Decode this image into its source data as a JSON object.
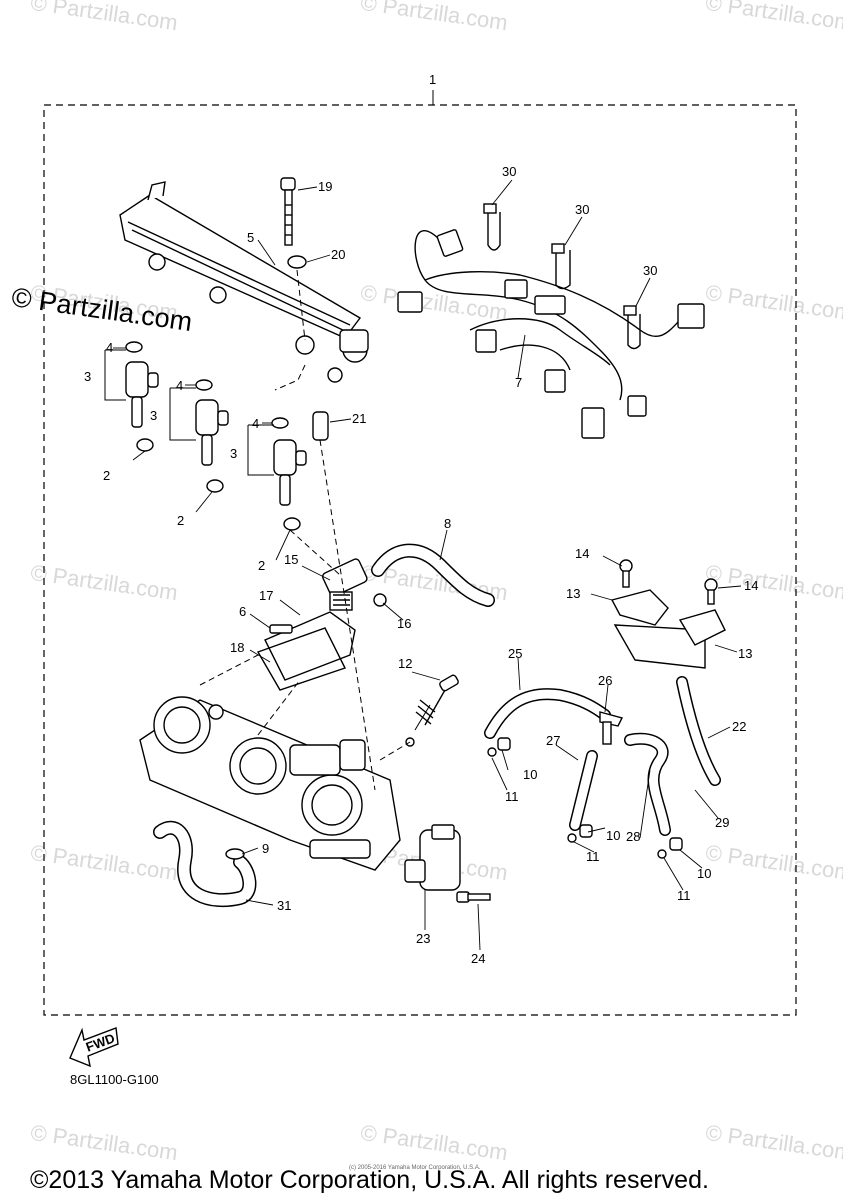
{
  "watermarks": {
    "faint_text": "© Partzilla.com",
    "strong_text": "© Partzilla.com"
  },
  "diagram": {
    "callouts": [
      "1",
      "2",
      "2",
      "2",
      "3",
      "3",
      "3",
      "4",
      "4",
      "4",
      "5",
      "6",
      "7",
      "8",
      "9",
      "10",
      "10",
      "10",
      "11",
      "11",
      "11",
      "12",
      "13",
      "13",
      "14",
      "14",
      "15",
      "16",
      "17",
      "18",
      "19",
      "20",
      "21",
      "22",
      "23",
      "24",
      "25",
      "26",
      "27",
      "28",
      "29",
      "30",
      "30",
      "30",
      "31"
    ],
    "fwd_label": "FWD",
    "diagram_code": "8GL1100-G100"
  },
  "footer": {
    "fine_print": "(c) 2005-2016 Yamaha Motor Corporation, U.S.A.",
    "copyright": "©2013 Yamaha Motor Corporation, U.S.A. All rights reserved."
  },
  "colors": {
    "line": "#000000",
    "watermark": "#d8d8d8",
    "background": "#ffffff"
  }
}
